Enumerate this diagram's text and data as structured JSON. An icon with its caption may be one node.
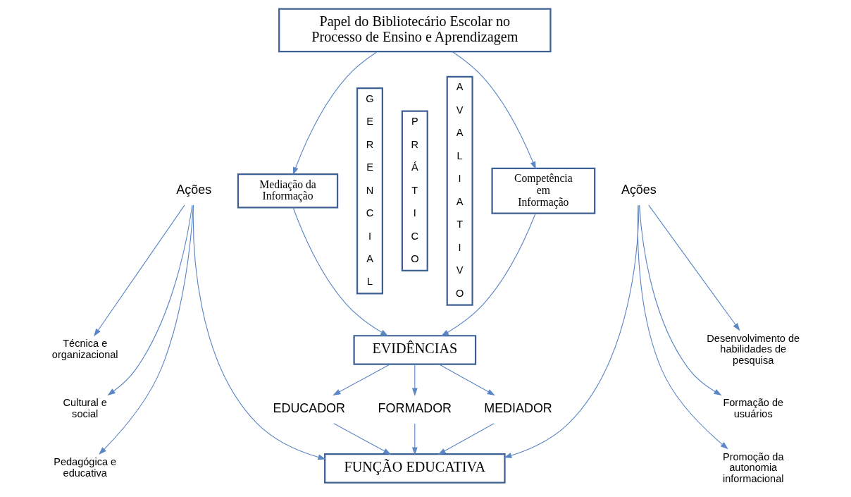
{
  "diagram": {
    "nodes": [
      {
        "text": [
          "Papel do Bibliotecário Escolar no Processo de Ensino e Aprendizagem"
        ]
      },
      {
        "text": [
          "Ações"
        ]
      },
      {
        "text": [
          "Mediação da Informação"
        ]
      },
      {
        "text": [
          "GERENCIAL"
        ]
      },
      {
        "text": [
          "PRÁTICO"
        ]
      },
      {
        "text": [
          "AVALIATIVO"
        ]
      },
      {
        "text": [
          "Ações"
        ]
      },
      {
        "text": [
          "Competência em Informação"
        ]
      },
      {
        "text": [
          "EVIDÊNCIAS"
        ]
      },
      {
        "text": [
          "EDUCADOR"
        ]
      },
      {
        "text": [
          "FORMADOR"
        ]
      },
      {
        "text": [
          "MEDIADOR"
        ]
      },
      {
        "text": [
          "FUNÇÃO EDUCATIVA"
        ]
      },
      {
        "text": [
          "Técnica e organizacional"
        ]
      },
      {
        "text": [
          "Cultural e social"
        ]
      },
      {
        "text": [
          "Pedagógica e educativa"
        ]
      },
      {
        "text": [
          "Desenvolvimento de habilidades de pesquisa"
        ]
      },
      {
        "text": [
          "Formação de usuários"
        ]
      },
      {
        "text": [
          "Promoção da autonomia informacional"
        ]
      }
    ],
    "edges": [
      {
        "from": 0,
        "to": 2,
        "arrow": "to"
      },
      {
        "from": 0,
        "to": 7,
        "arrow": "to"
      },
      {
        "from": 2,
        "to": 8,
        "arrow": "to"
      },
      {
        "from": 7,
        "to": 8,
        "arrow": "to"
      },
      {
        "from": 8,
        "to": 9,
        "arrow": "to"
      },
      {
        "from": 8,
        "to": 10,
        "arrow": "to"
      },
      {
        "from": 8,
        "to": 11,
        "arrow": "to"
      },
      {
        "from": 9,
        "to": 12,
        "arrow": "to"
      },
      {
        "from": 10,
        "to": 12,
        "arrow": "to"
      },
      {
        "from": 11,
        "to": 12,
        "arrow": "to"
      },
      {
        "from": 1,
        "to": 13,
        "arrow": "to"
      },
      {
        "from": 1,
        "to": 14,
        "arrow": "to"
      },
      {
        "from": 1,
        "to": 15,
        "arrow": "to"
      },
      {
        "from": 1,
        "to": 12,
        "arrow": "to"
      },
      {
        "from": 6,
        "to": 16,
        "arrow": "to"
      },
      {
        "from": 6,
        "to": 17,
        "arrow": "to"
      },
      {
        "from": 6,
        "to": 18,
        "arrow": "to"
      },
      {
        "from": 6,
        "to": 12,
        "arrow": "to"
      }
    ]
  }
}
